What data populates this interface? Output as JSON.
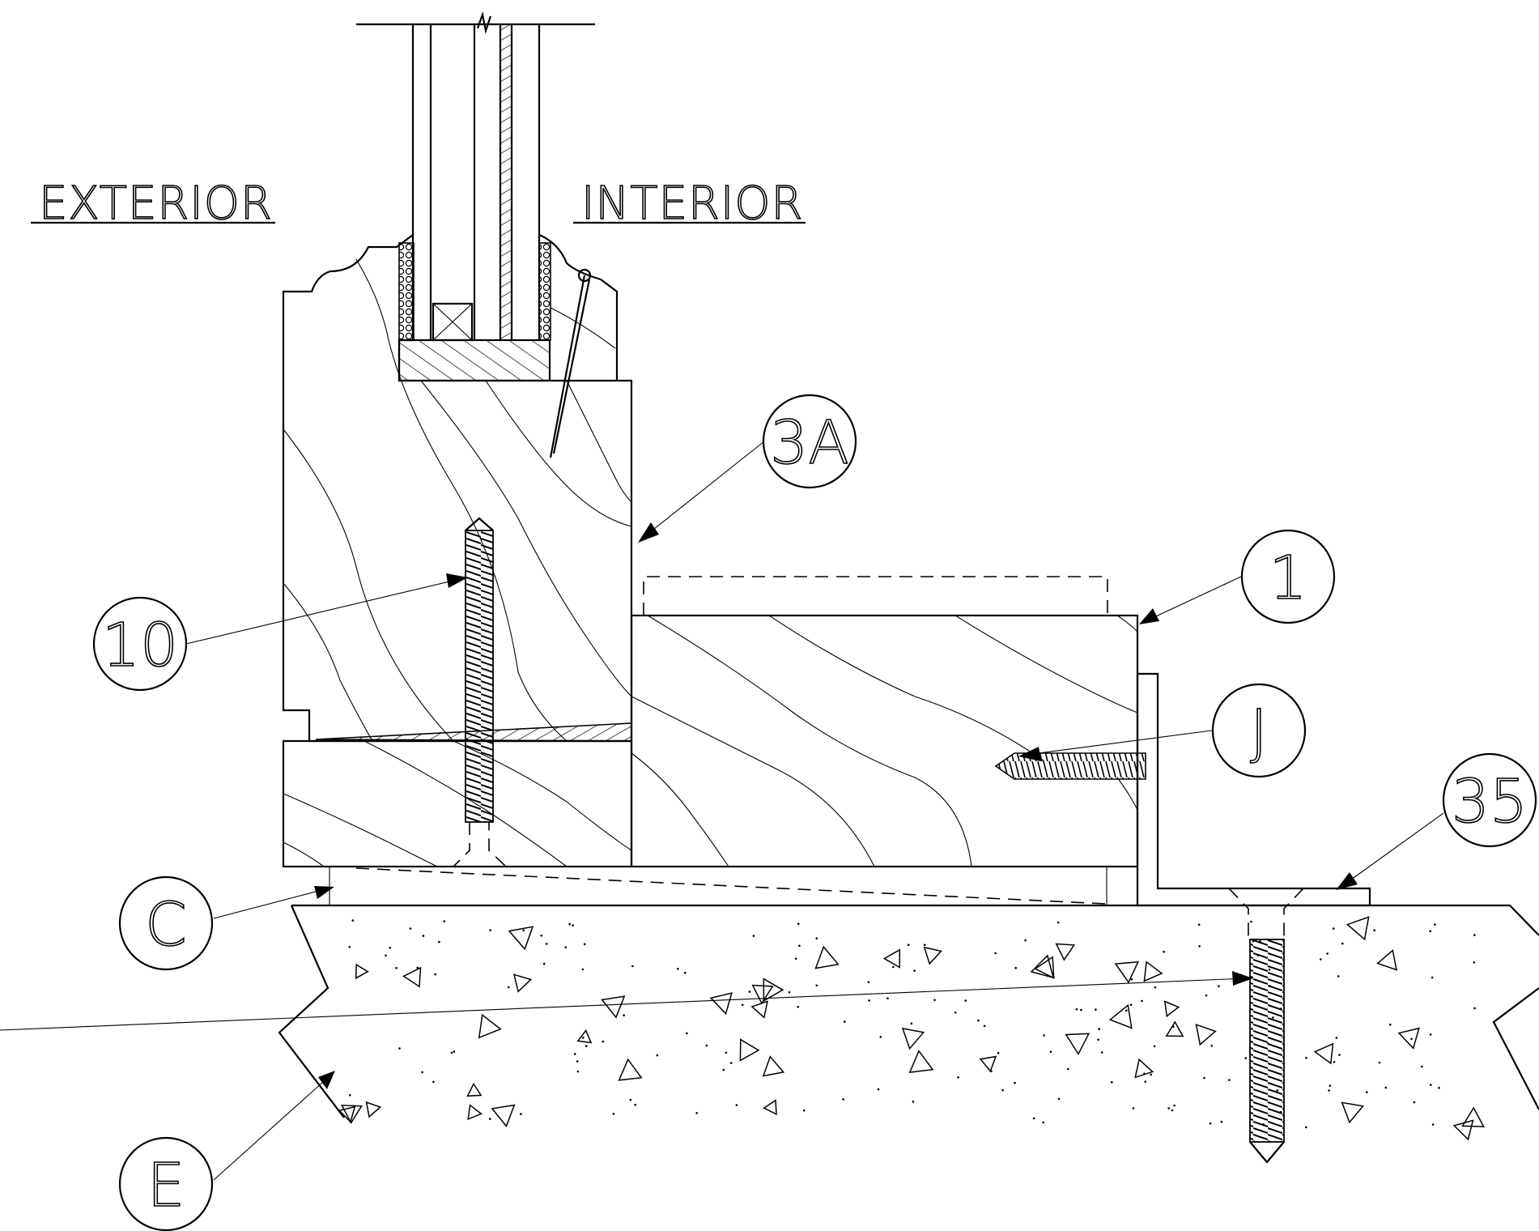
{
  "labels": {
    "exterior": "EXTERIOR",
    "interior": "INTERIOR"
  },
  "callouts": {
    "c3a": "3A",
    "c10": "10",
    "c1": "1",
    "cJ": "J",
    "c35": "35",
    "cC": "C",
    "cE": "E"
  }
}
